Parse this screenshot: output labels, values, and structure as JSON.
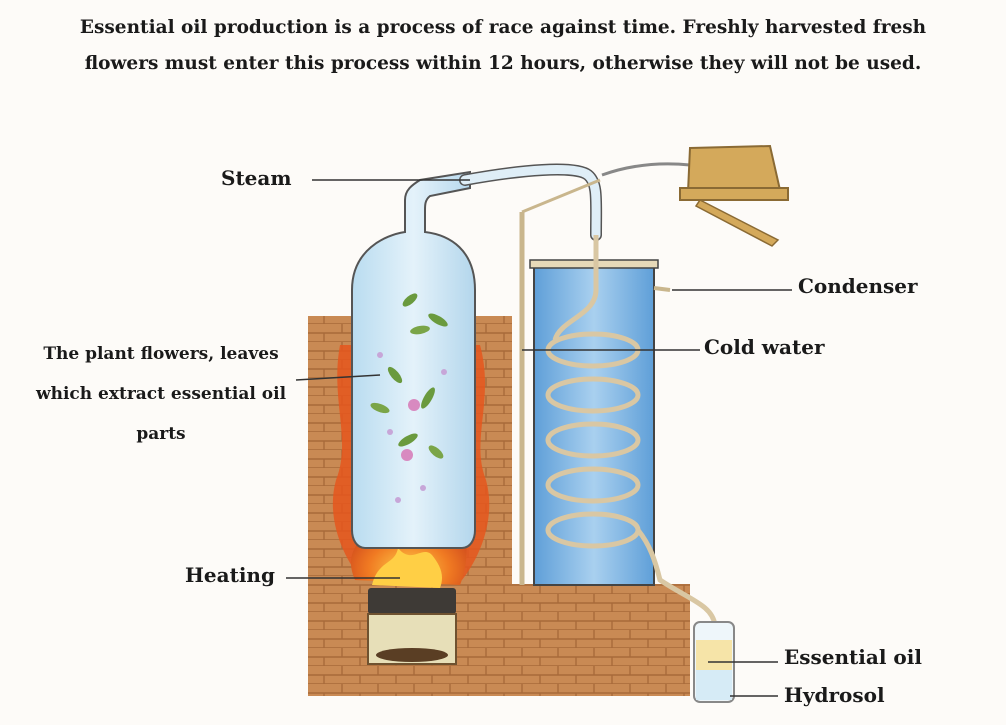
{
  "caption": {
    "line1": "Essential oil production is a process of race against time. Freshly harvested fresh",
    "line2": "flowers must enter this process within 12 hours, otherwise they will not be used."
  },
  "labels": {
    "steam": "Steam",
    "plant_line1": "The plant flowers, leaves",
    "plant_line2": "which extract essential oil",
    "plant_line3": "parts",
    "heating": "Heating",
    "condenser": "Condenser",
    "cold_water": "Cold water",
    "essential_oil": "Essential oil",
    "hydrosol": "Hydrosol"
  },
  "colors": {
    "brick": "#c98a54",
    "glass": "#cfe6f3",
    "water": "#7fb4e0",
    "flame": "#e5561d",
    "pipe": "#d9c7a3",
    "cap": "#d4a95b"
  }
}
